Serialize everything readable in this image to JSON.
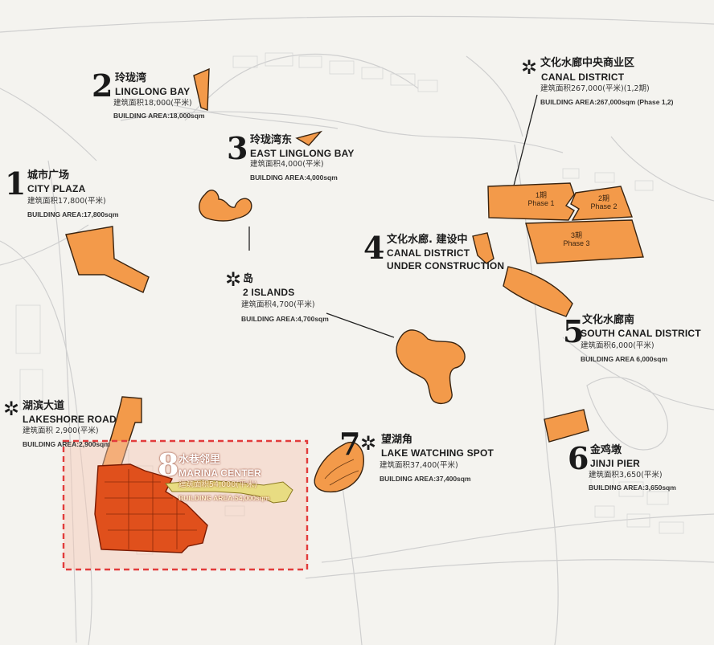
{
  "colors": {
    "zone": "#f39a4a",
    "zone_stroke": "#3a2410",
    "highlight_zone": "#e0501c",
    "highlight_box": "#e23b3b",
    "road": "#c9c9c9"
  },
  "sites": [
    {
      "number": "1",
      "cn": "城市广场",
      "en": "CITY PLAZA",
      "area_cn": "建筑面积17,800(平米)",
      "area_en": "BUILDING AREA:17,800sqm"
    },
    {
      "number": "2",
      "cn": "玲珑湾",
      "en": "LINGLONG BAY",
      "area_cn": "建筑面积18,000(平米)",
      "area_en": "BUILDING AREA:18,000sqm"
    },
    {
      "number": "3",
      "cn": "玲珑湾东",
      "en": "EAST LINGLONG BAY",
      "area_cn": "建筑面积4,000(平米)",
      "area_en": "BUILDING AREA:4,000sqm"
    },
    {
      "number": "4",
      "cn": "文化水廊. 建设中",
      "en": "CANAL DISTRICT",
      "en2": "UNDER CONSTRUCTION"
    },
    {
      "number": "5",
      "cn": "文化水廊南",
      "en": "SOUTH CANAL DISTRICT",
      "area_cn": "建筑面积6,000(平米)",
      "area_en": "BUILDING AREA 6,000sqm"
    },
    {
      "number": "6",
      "cn": "金鸡墩",
      "en": "JINJI PIER",
      "area_cn": "建筑面积3,650(平米)",
      "area_en": "BUILDING AREA:3,650sqm"
    },
    {
      "number": "7",
      "marker": "✲",
      "cn": "望湖角",
      "en": "LAKE WATCHING SPOT",
      "area_cn": "建筑面积37,400(平米)",
      "area_en": "BUILDING AREA:37,400sqm"
    },
    {
      "number": "8",
      "cn": "水巷邻里",
      "en": "MARINA CENTER",
      "area_cn": "建筑面积54,000(平米)",
      "area_en": "BUILDING AREA:54,000sqm"
    }
  ],
  "canal": {
    "marker": "✲",
    "cn": "文化水廊中央商业区",
    "en": "CANAL DISTRICT",
    "area_cn": "建筑面积267,000(平米)(1,2期)",
    "area_en": "BUILDING AREA:267,000sqm (Phase 1,2)"
  },
  "islands": {
    "marker": "✲",
    "cn": "岛",
    "en": "2 ISLANDS",
    "area_cn": "建筑面积4,700(平米)",
    "area_en": "BUILDING AREA:4,700sqm"
  },
  "lakeshore": {
    "marker": "✲",
    "cn": "湖滨大道",
    "en": "LAKESHORE ROAD",
    "area_cn": "建筑面积 2,900(平米)",
    "area_en": "BUILDING AREA:2,900sqm"
  },
  "phases": [
    {
      "cn": "1期",
      "en": "Phase 1"
    },
    {
      "cn": "2期",
      "en": "Phase 2"
    },
    {
      "cn": "3期",
      "en": "Phase 3"
    }
  ]
}
